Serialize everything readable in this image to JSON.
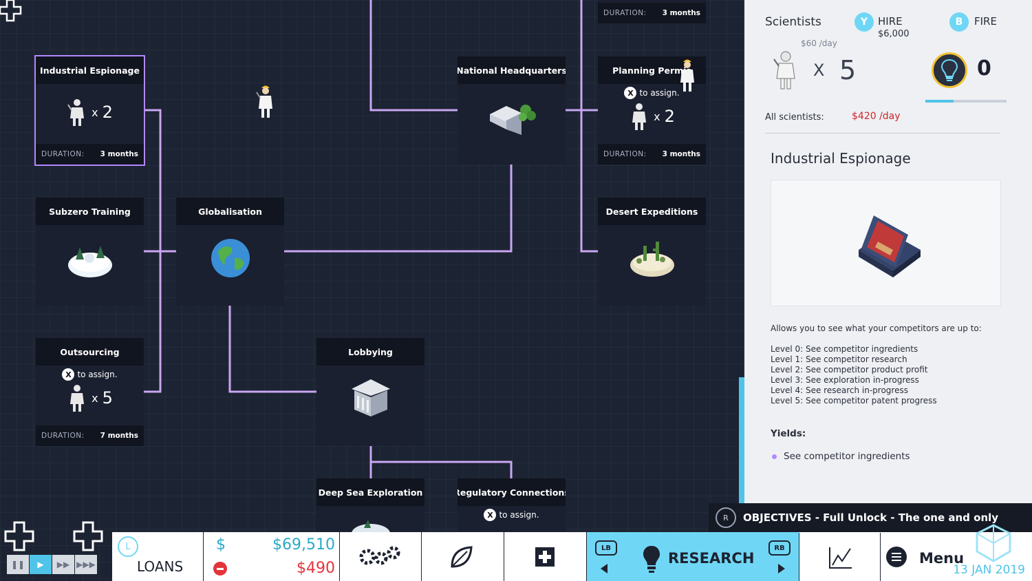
{
  "tree": {
    "cards": {
      "industrial_espionage": {
        "title": "Industrial Espionage",
        "count": "2",
        "duration_label": "DURATION:",
        "duration": "3 months"
      },
      "national_hq": {
        "title": "National Headquarters"
      },
      "planning_permission": {
        "title": "Planning Permis",
        "assign": "to assign.",
        "count": "2",
        "duration_label": "DURATION:",
        "duration": "3 months"
      },
      "top_duration": {
        "duration_label": "DURATION:",
        "duration": "3 months"
      },
      "subzero_training": {
        "title": "Subzero Training"
      },
      "globalisation": {
        "title": "Globalisation"
      },
      "desert_expeditions": {
        "title": "Desert Expeditions"
      },
      "outsourcing": {
        "title": "Outsourcing",
        "assign": "to assign.",
        "count": "5",
        "duration_label": "DURATION:",
        "duration": "7 months"
      },
      "lobbying": {
        "title": "Lobbying"
      },
      "deep_sea": {
        "title": "Deep Sea Exploration"
      },
      "regulatory": {
        "title": "Regulatory Connections",
        "assign": "to assign."
      }
    },
    "times_sign": "x",
    "x_button": "X"
  },
  "panel": {
    "title": "Scientists",
    "hire_button": "Y",
    "hire_label": "HIRE",
    "hire_cost": "$6,000",
    "fire_button": "B",
    "fire_label": "FIRE",
    "per_day": "$60 /day",
    "times_sign": "X",
    "scientist_count": "5",
    "bulb_count": "0",
    "research_progress": 0.35,
    "all_scientists_label": "All scientists:",
    "all_scientists_cost": "$420 /day",
    "detail_title": "Industrial Espionage",
    "description": "Allows you to see what your competitors are up to:",
    "levels": [
      "Level 0: See competitor ingredients",
      "Level 1: See competitor research",
      "Level 2: See competitor product profit",
      "Level 3: See exploration in-progress",
      "Level 4: See research in-progress",
      "Level 5: See competitor patent progress"
    ],
    "yields_label": "Yields:",
    "yields": [
      "See competitor ingredients"
    ]
  },
  "objectives": {
    "button": "R",
    "text": "OBJECTIVES - Full Unlock - The one and only"
  },
  "bottom": {
    "loans_icon": "L",
    "loans_label": "LOANS",
    "currency_sign": "$",
    "balance": "$69,510",
    "expense": "$490",
    "lb": "LB",
    "rb": "RB",
    "research_label": "RESEARCH",
    "menu_label": "Menu",
    "date": "13 JAN 2019"
  },
  "colors": {
    "accent": "#4fc3e8",
    "line": "#c9a6f2",
    "selected": "#b488ff",
    "negative": "#e3343b"
  }
}
